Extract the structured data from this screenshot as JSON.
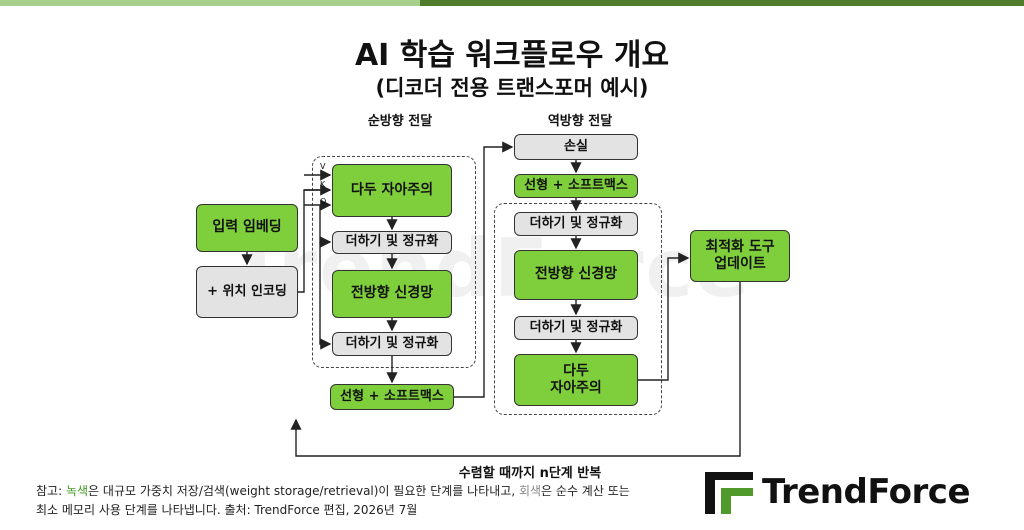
{
  "title": "AI 학습 워크플로우 개요",
  "subtitle": "(디코더 전용 트랜스포머 예시)",
  "section_labels": {
    "forward": "순방향 전달",
    "backward": "역방향 전달"
  },
  "input": {
    "embedding": "입력 임베딩",
    "positional": "+ 위치 인코딩"
  },
  "qkv": {
    "v": "V",
    "k": "K",
    "q": "Q"
  },
  "forward_block": {
    "attention": "다두 자아주의",
    "addnorm1": "더하기 및 정규화",
    "ffn": "전방향 신경망",
    "addnorm2": "더하기 및 정규화",
    "output": "선형 + 소프트맥스"
  },
  "backward_block": {
    "loss": "손실",
    "linear": "선형 + 소프트맥스",
    "addnorm1": "더하기 및 정규화",
    "ffn": "전방향 신경망",
    "addnorm2": "더하기 및 정규화",
    "attention_l1": "다두",
    "attention_l2": "자아주의"
  },
  "optimizer": {
    "line1": "최적화 도구",
    "line2": "업데이트"
  },
  "loop_label": "수렴할 때까지 n단계 반복",
  "footnote": {
    "prefix": "참고: ",
    "green_word": "녹색",
    "part1": "은 대규모 가중치 저장/검색(weight storage/retrieval)이 필요한 단계를 나타내고, ",
    "gray_word": "회색",
    "part2": "은 순수 계산 또는",
    "line2": "최소 메모리 사용 단계를 나타냅니다. 출처: TrendForce 편집, 2026년 7월"
  },
  "watermark": "TrendForce",
  "brand": "TrendForce",
  "colors": {
    "green": "#7fcf3c",
    "gray": "#e3e3e3",
    "accent": "#4f7d2c"
  }
}
